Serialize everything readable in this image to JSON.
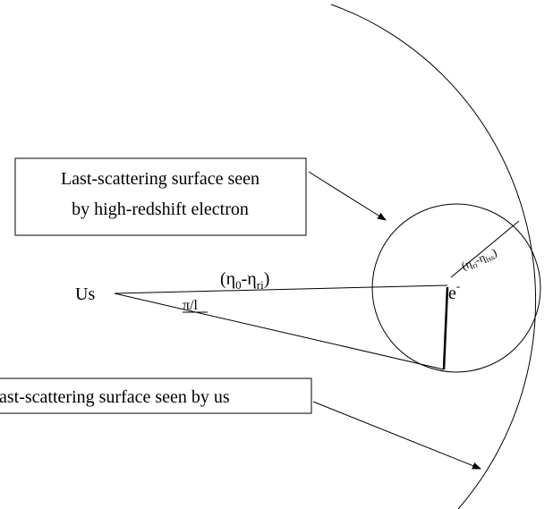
{
  "labels": {
    "us": "Us",
    "box_high_redshift_line1": "Last-scattering surface seen",
    "box_high_redshift_line2": "by high-redshift electron",
    "box_us": "ast-scattering surface seen by us",
    "distance_open": "(η",
    "distance_sub0": "0",
    "distance_minus": "-η",
    "distance_subri": "ri",
    "distance_close": ")",
    "angle": "π/l",
    "electron": "e",
    "electron_sup": "-",
    "radius_open": "(η",
    "radius_subri": "ri",
    "radius_minus": "-η",
    "radius_sublss": "lss",
    "radius_close": ")"
  },
  "colors": {
    "stroke": "#000000",
    "background": "#ffffff"
  }
}
